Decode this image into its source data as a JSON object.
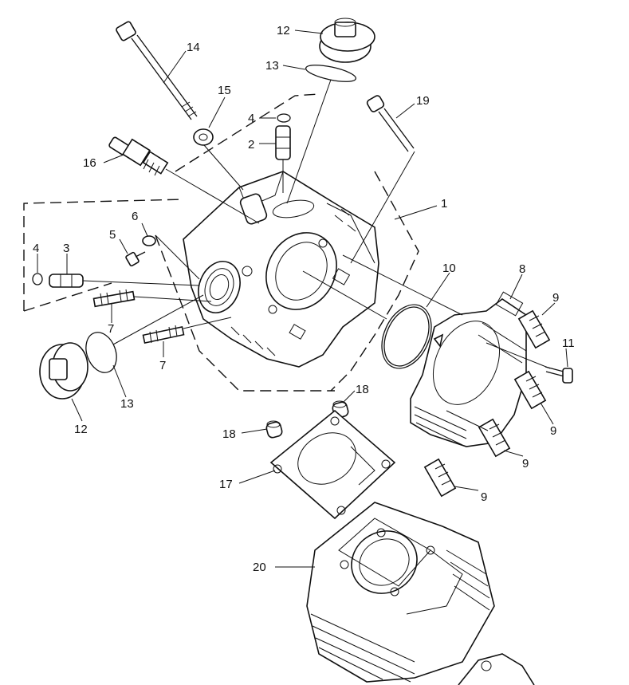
{
  "callouts": {
    "c1": "1",
    "c2": "2",
    "c3": "3",
    "c4a": "4",
    "c4b": "4",
    "c5": "5",
    "c6": "6",
    "c7a": "7",
    "c7b": "7",
    "c8": "8",
    "c9a": "9",
    "c9b": "9",
    "c9c": "9",
    "c9d": "9",
    "c10": "10",
    "c11": "11",
    "c12a": "12",
    "c12b": "12",
    "c13a": "13",
    "c13b": "13",
    "c14": "14",
    "c15": "15",
    "c16": "16",
    "c17": "17",
    "c18a": "18",
    "c18b": "18",
    "c19": "19",
    "c20": "20"
  }
}
